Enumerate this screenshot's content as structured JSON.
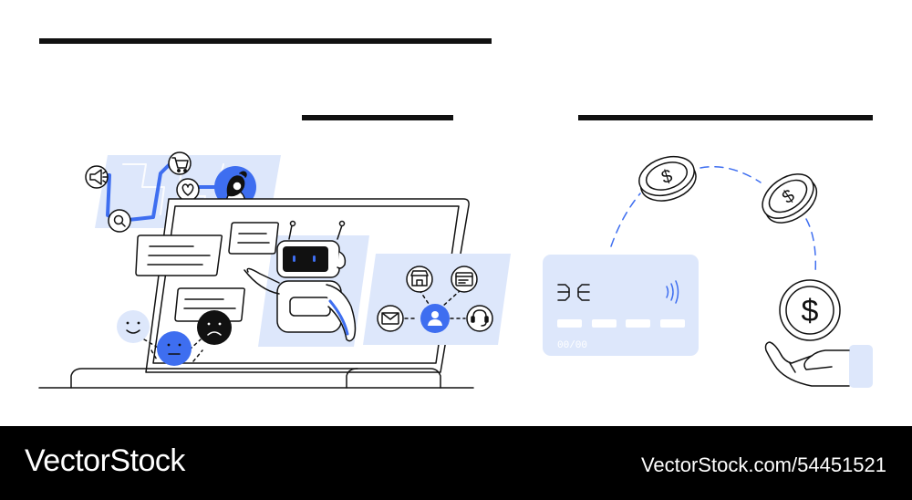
{
  "footer": {
    "brand": "VectorStock",
    "stock_id": "VectorStock.com/54451521"
  },
  "card": {
    "expiry": "00/00"
  },
  "coins": {
    "symbol": "$"
  },
  "colors": {
    "accent_blue": "#3e6ef0",
    "light_blue": "#dde7fb",
    "ink": "#111111"
  },
  "icons": [
    "megaphone-icon",
    "shopping-cart-icon",
    "heart-icon",
    "search-icon",
    "woman-avatar-icon",
    "robot-icon",
    "storefront-icon",
    "browser-window-icon",
    "envelope-icon",
    "user-icon",
    "headset-icon",
    "smiley-face-icon",
    "neutral-face-icon",
    "sad-face-icon",
    "credit-card-chip-icon",
    "contactless-icon",
    "dollar-coin-icon",
    "open-hand-icon"
  ]
}
